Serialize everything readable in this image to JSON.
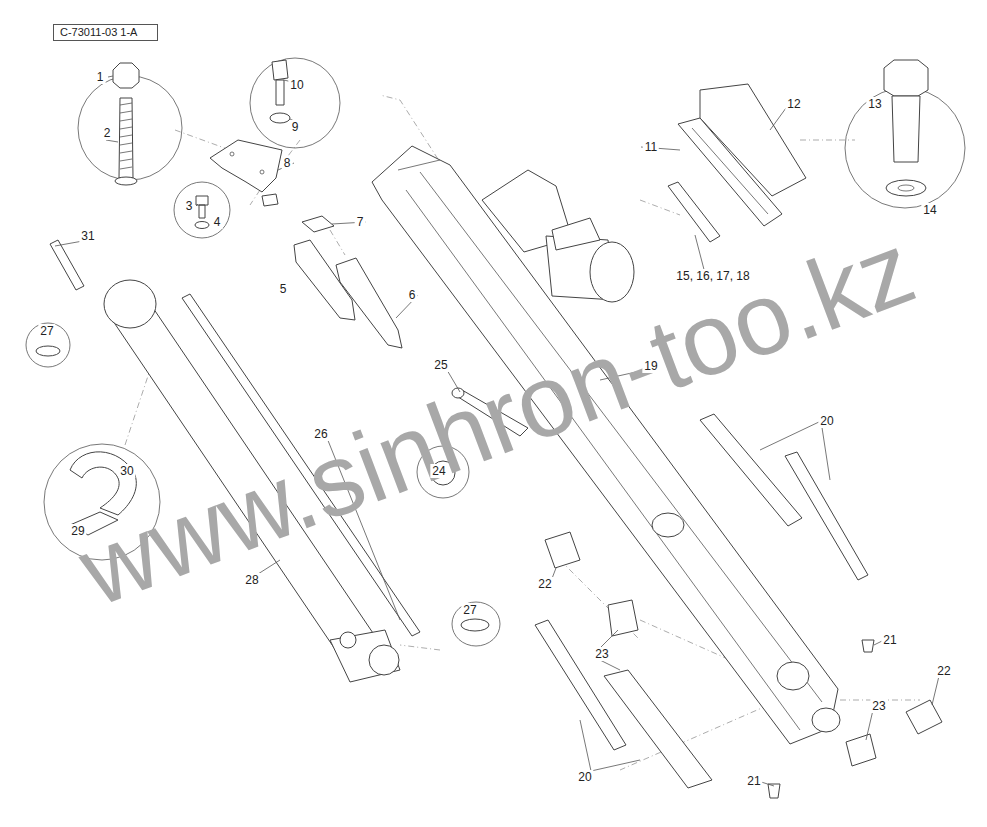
{
  "diagram": {
    "nodes": [
      {
        "text": [
          "C-73011-03 1-A"
        ]
      }
    ],
    "edges": [],
    "labels": [
      "www.sinhron-too.kz",
      "1",
      "2",
      "10",
      "9",
      "8",
      "3",
      "4",
      "7",
      "5",
      "6",
      "31",
      "27",
      "25",
      "19",
      "26",
      "24",
      "30",
      "29",
      "28",
      "27",
      "11",
      "12",
      "13",
      "14",
      "15, 16, 17, 18",
      "20",
      "22",
      "21",
      "22",
      "23",
      "23",
      "20",
      "21"
    ]
  }
}
